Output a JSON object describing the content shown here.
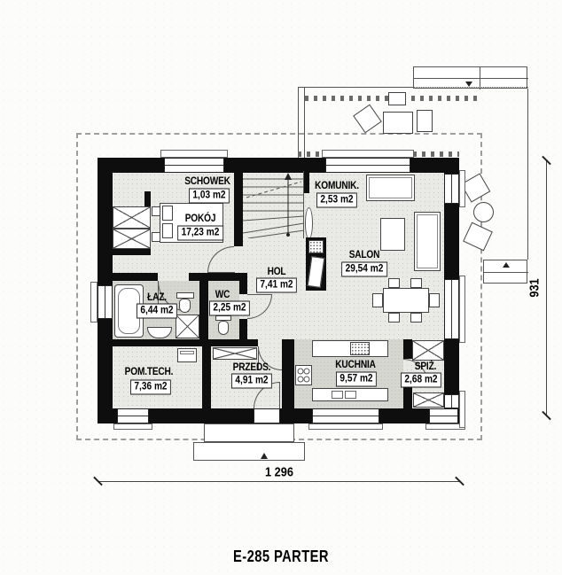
{
  "title": "E-285 PARTER",
  "dimensions": {
    "width": "1 296",
    "depth": "931"
  },
  "rooms": [
    {
      "name": "SCHOWEK",
      "area": "1,03 m2"
    },
    {
      "name": "POKÓJ",
      "area": "17,23 m2"
    },
    {
      "name": "KOMUNIK.",
      "area": "2,53 m2"
    },
    {
      "name": "SALON",
      "area": "29,54 m2"
    },
    {
      "name": "HOL",
      "area": "7,41 m2"
    },
    {
      "name": "ŁAZ.",
      "area": "6,44 m2"
    },
    {
      "name": "WC",
      "area": "2,25 m2"
    },
    {
      "name": "POM.TECH.",
      "area": "7,36 m2"
    },
    {
      "name": "PRZEDS.",
      "area": "4,91 m2"
    },
    {
      "name": "KUCHNIA",
      "area": "9,57 m2"
    },
    {
      "name": "SPIŻ.",
      "area": "2,68 m2"
    }
  ],
  "colors": {
    "wall": "#0e0e0e",
    "floor": "#e9e9e5",
    "tile": "#d7d7d2",
    "line": "#555555",
    "roof_dash": "#9e9e9e"
  }
}
